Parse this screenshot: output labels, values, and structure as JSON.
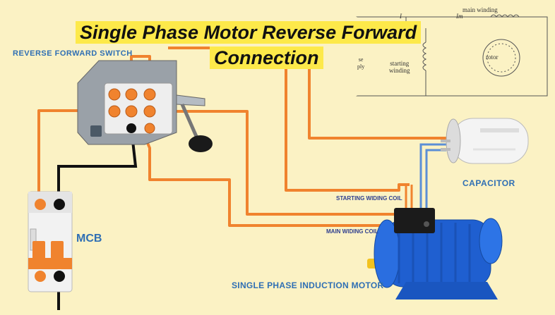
{
  "title": {
    "line1": "Single Phase Motor Reverse Forward",
    "line2": "Connection"
  },
  "labels": {
    "reverse_forward_switch": "REVERSE FORWARD SWITCH",
    "mcb": "MCB",
    "capacitor": "CAPACITOR",
    "motor": "SINGLE PHASE INDUCTION MOTOR",
    "starting_coil": "STARTING WIDING COIL",
    "main_coil": "MAIN WIDING COIL"
  },
  "schematic": {
    "main_winding": "main winding",
    "starting_winding": "starting\nwinding",
    "rotor": "rotor",
    "supply_fragment": "se\nply",
    "i_label": "I",
    "im_label": "Im"
  },
  "colors": {
    "background": "#fbf2c4",
    "title_highlight": "#fde94a",
    "wire_orange": "#f0832e",
    "wire_black": "#111111",
    "wire_blue": "#5b8fd6",
    "label_blue": "#2f6fb4",
    "motor_blue": "#1f5fd0",
    "shaft_yellow": "#f2c21f"
  }
}
